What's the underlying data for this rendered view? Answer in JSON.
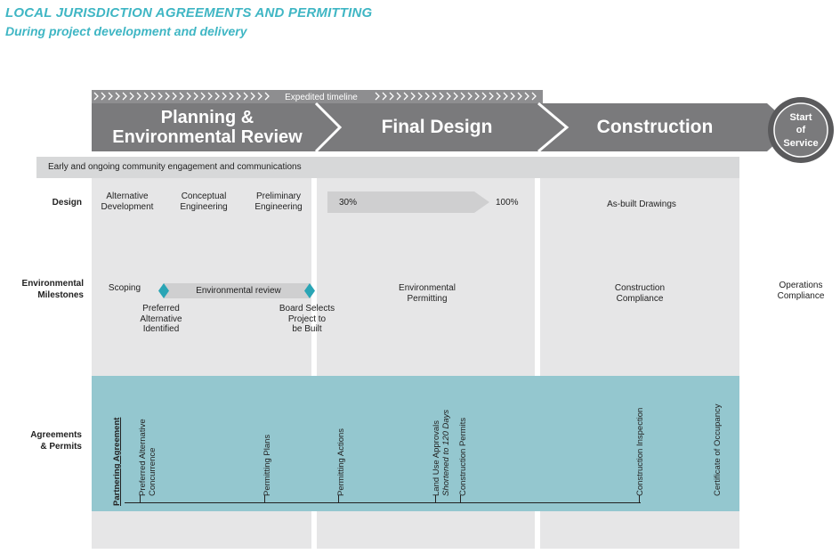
{
  "header": {
    "title": "LOCAL JURISDICTION AGREEMENTS AND PERMITTING",
    "subtitle": "During project development and delivery"
  },
  "timeline": {
    "expedited_label": "Expedited timeline",
    "phases": [
      {
        "line1": "Planning &",
        "line2": "Environmental Review"
      },
      {
        "line1": "Final Design"
      },
      {
        "line1": "Construction"
      }
    ],
    "start_of_service": {
      "line1": "Start",
      "line2": "of",
      "line3": "Service"
    }
  },
  "engagement_bar": "Early and ongoing community engagement and communications",
  "rows": {
    "design": {
      "label": "Design",
      "items": [
        {
          "line1": "Alternative",
          "line2": "Development"
        },
        {
          "line1": "Conceptual",
          "line2": "Engineering"
        },
        {
          "line1": "Preliminary",
          "line2": "Engineering"
        }
      ],
      "pct_start": "30%",
      "pct_end": "100%",
      "as_built": "As-built Drawings"
    },
    "environmental": {
      "label_line1": "Environmental",
      "label_line2": "Milestones",
      "scoping": "Scoping",
      "review": "Environmental review",
      "preferred": {
        "line1": "Preferred",
        "line2": "Alternative",
        "line3": "Identified"
      },
      "board": {
        "line1": "Board Selects",
        "line2": "Project to",
        "line3": "be Built"
      },
      "permitting": {
        "line1": "Environmental",
        "line2": "Permitting"
      },
      "compliance": {
        "line1": "Construction",
        "line2": "Compliance"
      },
      "operations": {
        "line1": "Operations",
        "line2": "Compliance"
      }
    },
    "agreements": {
      "label_line1": "Agreements",
      "label_line2": "& Permits",
      "items": [
        {
          "line1": "Partnering Agreement"
        },
        {
          "line1": "Preferred Alternative",
          "line2": "Concurrence"
        },
        {
          "line1": "Permitting Plans"
        },
        {
          "line1": "Permitting Actions"
        },
        {
          "line1": "Land Use Approvals",
          "line2": "Shortened to 120 Days"
        },
        {
          "line1": "Construction Permits"
        },
        {
          "line1": "Construction Inspection"
        },
        {
          "line1": "Certificate of Occupancy"
        }
      ]
    }
  },
  "colors": {
    "accent": "#3fb6c4",
    "phase_gray": "#7a7a7c",
    "panel_gray": "#e6e6e7",
    "agreements_teal": "#94c7cf",
    "diamond": "#2aa5b5"
  }
}
